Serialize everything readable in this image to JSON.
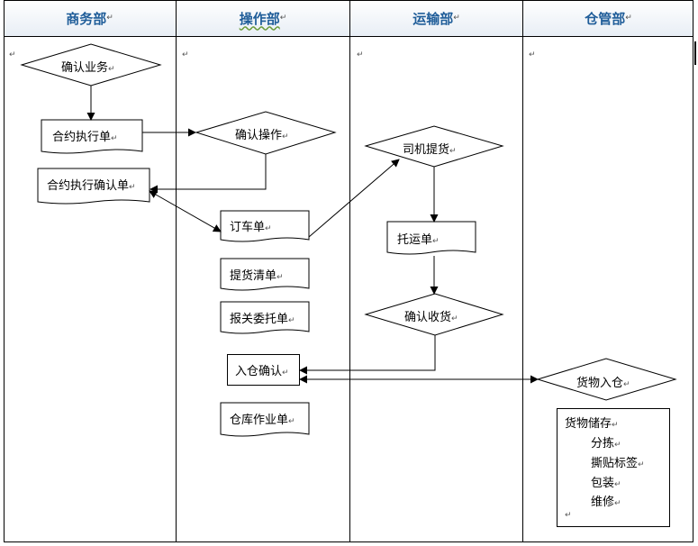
{
  "lanes": [
    {
      "title": "商务部"
    },
    {
      "title": "操作部"
    },
    {
      "title": "运输部"
    },
    {
      "title": "仓管部"
    }
  ],
  "mark": "↵",
  "nodes": {
    "confirm_business": "确认业务",
    "contract_exec": "合约执行单",
    "contract_confirm": "合约执行确认单",
    "confirm_operation": "确认操作",
    "order_car": "订车单",
    "pickup_list": "提货清单",
    "customs_entrust": "报关委托单",
    "warehouse_confirm": "入仓确认",
    "warehouse_job": "仓库作业单",
    "driver_pickup": "司机提货",
    "consignment": "托运单",
    "confirm_receipt": "确认收货",
    "goods_in": "货物入仓"
  },
  "storage": {
    "title": "货物储存",
    "items": [
      "分拣",
      "撕贴标签",
      "包装",
      "维修"
    ]
  }
}
